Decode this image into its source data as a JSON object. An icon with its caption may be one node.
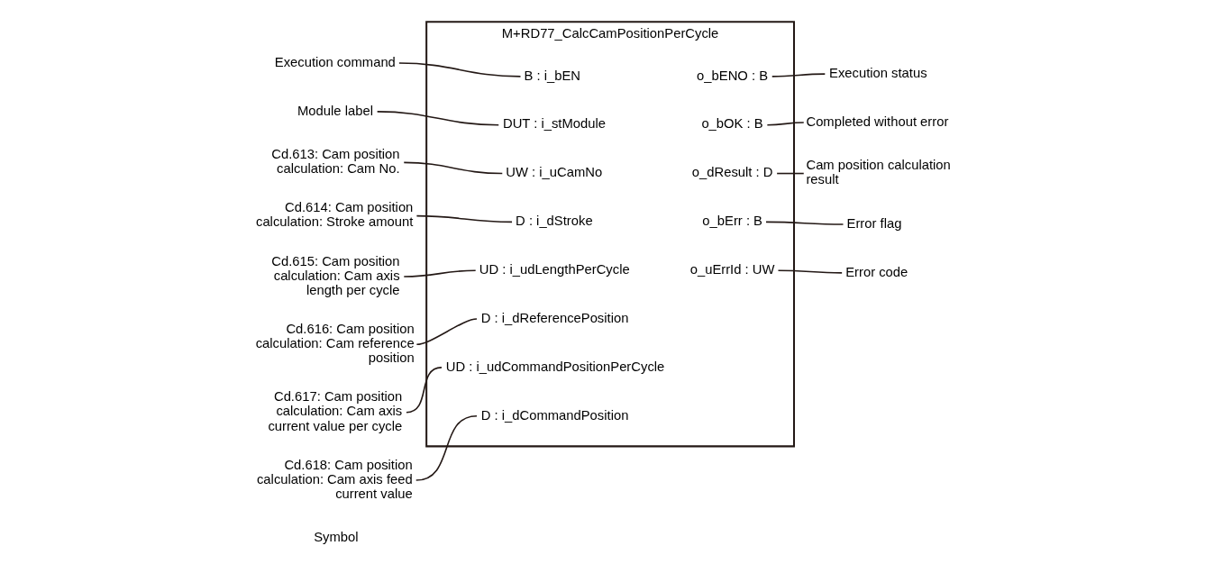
{
  "diagram": {
    "nodes": [
      {
        "text": [
          "M+RD77_CalcCamPositionPerCycle"
        ]
      },
      {
        "text": [
          "Execution command"
        ]
      },
      {
        "text": [
          "Module label"
        ]
      },
      {
        "text": [
          "Cd.613: Cam position calculation: Cam No."
        ]
      },
      {
        "text": [
          "Cd.614: Cam position calculation: Stroke amount"
        ]
      },
      {
        "text": [
          "Cd.615: Cam position calculation: Cam axis length per cycle"
        ]
      },
      {
        "text": [
          "Cd.616: Cam position calculation: Cam reference position"
        ]
      },
      {
        "text": [
          "Cd.617: Cam position calculation: Cam axis current value per cycle"
        ]
      },
      {
        "text": [
          "Cd.618: Cam position calculation: Cam axis feed current value"
        ]
      },
      {
        "text": [
          "B : i_bEN"
        ],
        "in": 0
      },
      {
        "text": [
          "DUT : i_stModule"
        ],
        "in": 0
      },
      {
        "text": [
          "UW : i_uCamNo"
        ],
        "in": 0
      },
      {
        "text": [
          "D : i_dStroke"
        ],
        "in": 0
      },
      {
        "text": [
          "UD : i_udLengthPerCycle"
        ],
        "in": 0
      },
      {
        "text": [
          "D : i_dReferencePosition"
        ],
        "in": 0
      },
      {
        "text": [
          "UD : i_udCommandPositionPerCycle"
        ],
        "in": 0
      },
      {
        "text": [
          "D : i_dCommandPosition"
        ],
        "in": 0
      },
      {
        "text": [
          "o_bENO : B"
        ],
        "in": 0
      },
      {
        "text": [
          "o_bOK : B"
        ],
        "in": 0
      },
      {
        "text": [
          "o_dResult : D"
        ],
        "in": 0
      },
      {
        "text": [
          "o_bErr : B"
        ],
        "in": 0
      },
      {
        "text": [
          "o_uErrId : UW"
        ],
        "in": 0
      },
      {
        "text": [
          "Execution status"
        ]
      },
      {
        "text": [
          "Completed without error"
        ]
      },
      {
        "text": [
          "Cam position calculation result"
        ]
      },
      {
        "text": [
          "Error flag"
        ]
      },
      {
        "text": [
          "Error code"
        ]
      }
    ],
    "edges": [
      {
        "from": 1,
        "to": 9,
        "arrow": "none"
      },
      {
        "from": 2,
        "to": 10,
        "arrow": "none"
      },
      {
        "from": 3,
        "to": 11,
        "arrow": "none"
      },
      {
        "from": 4,
        "to": 12,
        "arrow": "none"
      },
      {
        "from": 5,
        "to": 13,
        "arrow": "none"
      },
      {
        "from": 6,
        "to": 14,
        "arrow": "none"
      },
      {
        "from": 7,
        "to": 15,
        "arrow": "none"
      },
      {
        "from": 8,
        "to": 16,
        "arrow": "none"
      },
      {
        "from": 17,
        "to": 22,
        "arrow": "none"
      },
      {
        "from": 18,
        "to": 23,
        "arrow": "none"
      },
      {
        "from": 19,
        "to": 24,
        "arrow": "none"
      },
      {
        "from": 20,
        "to": 25,
        "arrow": "none"
      },
      {
        "from": 21,
        "to": 26,
        "arrow": "none"
      }
    ],
    "labels": [
      "Symbol"
    ]
  }
}
